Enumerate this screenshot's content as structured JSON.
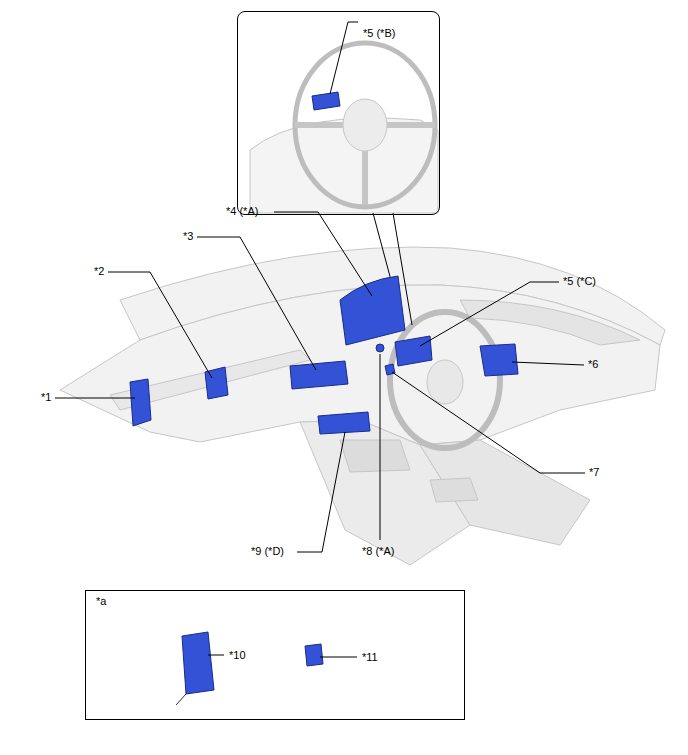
{
  "diagram": {
    "nodes": [
      {
        "text": [
          "*5 (*B)"
        ]
      },
      {
        "text": [
          "*a",
          "*10",
          "*11"
        ]
      }
    ],
    "labels": [
      "*4 (*A)",
      "*3",
      "*2",
      "*5 (*C)",
      "*6",
      "*1",
      "*7",
      "*9 (*D)",
      "*8 (*A)"
    ]
  }
}
